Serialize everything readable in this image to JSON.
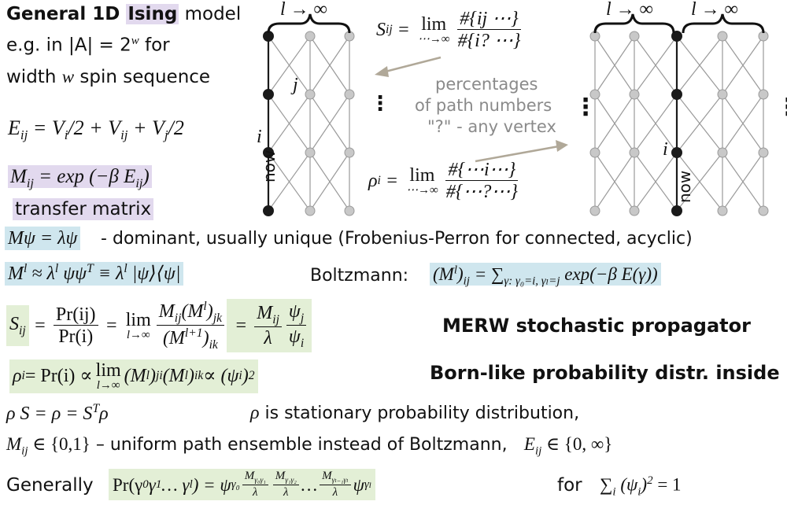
{
  "header": {
    "title_bold_a": "General 1D ",
    "title_bold_b": "Ising",
    "title_rest": " model",
    "line2": "e.g. in |A| = 2",
    "line2_sup": "w",
    "line2_rest": " for",
    "line3_a": "width ",
    "line3_var": "w",
    "line3_b": " spin sequence"
  },
  "energy": {
    "lhs": "E",
    "lhs_sub": "ij",
    "eq": " = V",
    "v1_sub": "i",
    "mid": "/2  + V",
    "v2_sub": "ij",
    "plus": " + V",
    "v3_sub": "j",
    "end": "/2"
  },
  "transfer": {
    "expr_a": "M",
    "expr_sub": "ij",
    "expr_b": " = exp (−β E",
    "expr_sub2": "ij",
    "expr_c": ")",
    "label": "transfer matrix"
  },
  "graph_labels": {
    "l_inf_1": "l → ∞",
    "l_inf_2": "l → ∞",
    "l_inf_3": "l → ∞",
    "j": "j",
    "i_left": "i",
    "i_right": "i",
    "now_left": "now",
    "now_right": "now"
  },
  "center": {
    "S_lhs": "S",
    "S_sub": "ij",
    "lim": "lim",
    "lim_sub": "⋯→∞",
    "S_num": "#{ij ⋯}",
    "S_den": "#{i? ⋯}",
    "note_1": "percentages",
    "note_2": "of path numbers",
    "note_3": "\"?\" - any vertex",
    "rho_lhs": "ρ",
    "rho_sub": "i",
    "rho_num": "#{⋯i⋯}",
    "rho_den": "#{⋯?⋯}"
  },
  "eigen": {
    "expr": "Mψ = λψ",
    "desc": "- dominant, usually unique (Frobenius-Perron for connected, acyclic)"
  },
  "power": {
    "expr_a": "M",
    "expr_sup": "l",
    "expr_b": " ≈ λ",
    "expr_sup2": "l",
    "expr_c": "  ψψ",
    "expr_sup3": "T",
    "expr_d": " ≡ λ",
    "expr_sup4": "l",
    "expr_e": " |ψ⟩⟨ψ|",
    "boltz_label": "Boltzmann:",
    "boltz_a": "(M",
    "boltz_sup": "l",
    "boltz_b": ")",
    "boltz_sub": "ij",
    "boltz_c": " = ∑",
    "boltz_sumsub": "γ: γ₀=i, γₗ=j",
    "boltz_d": " exp(−β E(γ))"
  },
  "merw": {
    "lhs": "S",
    "lhs_sub": "ij",
    "f1_num": "Pr(ij)",
    "f1_den": "Pr(i)",
    "lim": "lim",
    "lim_sub": "l→∞",
    "f2_num": "M",
    "f2_num_sub": "ij",
    "f2_num_b": "(M",
    "f2_num_sup": "l",
    "f2_num_c": ")",
    "f2_num_sub2": "jk",
    "f2_den": "(M",
    "f2_den_sup": "l+1",
    "f2_den_b": ")",
    "f2_den_sub": "ik",
    "f3_num": "M",
    "f3_num_sub": "ij",
    "f3_den": "λ",
    "f4_num": "ψ",
    "f4_num_sub": "j",
    "f4_den": "ψ",
    "f4_den_sub": "i",
    "label": "MERW stochastic propagator"
  },
  "born": {
    "lhs": "ρ",
    "lhs_sub": "i",
    "eq": " = Pr(i) ∝ ",
    "lim": "lim",
    "lim_sub": "l→∞",
    "a": "(M",
    "a_sup": "l",
    "a_b": ")",
    "a_sub": "ji",
    "b": " (M",
    "b_sup": "l",
    "b_b": ")",
    "b_sub": "ik",
    "c": " ∝ (ψ",
    "c_sub": "i",
    "c_b": ")",
    "c_sup": "2",
    "label": "Born-like probability distr. inside"
  },
  "stationary": {
    "expr_a": "ρ S = ρ = S",
    "expr_sup": "T",
    "expr_b": "ρ",
    "desc_var": "ρ",
    "desc": " is stationary probability distribution,"
  },
  "uniform": {
    "a": "M",
    "a_sub": "ij",
    "b": " ∈ {0,1}",
    "desc": " – uniform path ensemble instead of Boltzmann,",
    "c": "E",
    "c_sub": "ij",
    "d": " ∈ {0, ∞}"
  },
  "general": {
    "label": "Generally",
    "expr_a": "Pr(γ",
    "expr_s0": "0",
    "expr_g": "γ",
    "expr_s1": "1",
    "expr_b": " … γ",
    "expr_sl": "l",
    "expr_c": ") = ψ",
    "psi_sub": "γ₀",
    "fr1_num": "M",
    "fr1_sub": "γ₀γ₁",
    "fr_den": "λ",
    "fr2_num": "M",
    "fr2_sub": "γ₁γ₂",
    "dots": " … ",
    "fr3_num": "M",
    "fr3_sub": "γₗ₋₁γₗ",
    "psi2": " ψ",
    "psi2_sub": "γₗ",
    "for": "for",
    "norm_a": "∑",
    "norm_sub": "i",
    "norm_b": " (ψ",
    "norm_sub2": "i",
    "norm_c": ")",
    "norm_sup": "2",
    "norm_d": " = 1"
  },
  "colors": {
    "highlight_purple": "#e2d9ee",
    "highlight_blue": "#cfe6ee",
    "highlight_green": "#e3efd6",
    "node_dark": "#1a1a1a",
    "node_light": "#c8c8c8",
    "edge": "#9a9a9a",
    "arrow": "#b0a898",
    "note_text": "#8a8a8a"
  }
}
